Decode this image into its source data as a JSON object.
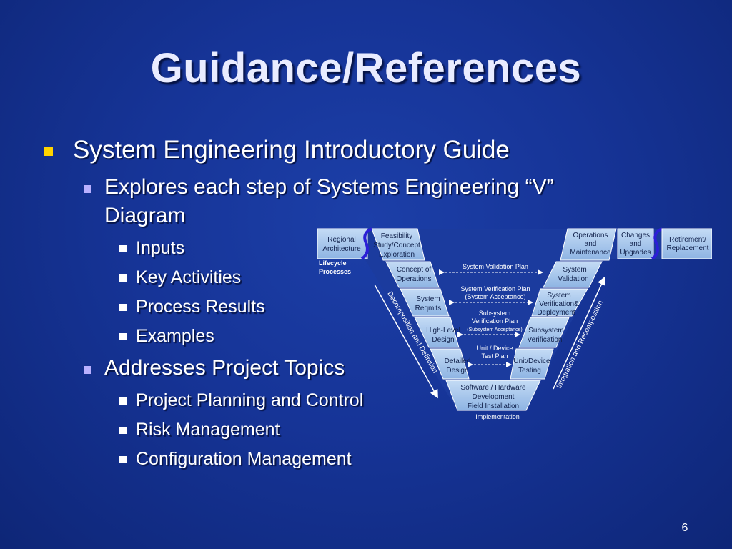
{
  "slide": {
    "title": "Guidance/References",
    "page_number": "6"
  },
  "bullets": {
    "level1_a": "System Engineering Introductory Guide",
    "level2_a_line1": "Explores each step of Systems Engineering “V”",
    "level2_a_line2": "Diagram",
    "level3_inputs": "Inputs",
    "level3_key_activities": "Key Activities",
    "level3_process_results": "Process Results",
    "level3_examples": "Examples",
    "level2_b": "Addresses Project Topics",
    "level3_project_planning": "Project Planning and Control",
    "level3_risk_management": "Risk Management",
    "level3_configuration_management": "Configuration Management"
  },
  "diagram": {
    "lifecycle_label_1": "Lifecycle",
    "lifecycle_label_2": "Processes",
    "regional_1": "Regional",
    "regional_2": "Architecture",
    "feasibility_1": "Feasibility",
    "feasibility_2": "Study/Concept",
    "feasibility_3": "Exploration",
    "concept_1": "Concept of",
    "concept_2": "Operations",
    "sysreq_1": "System",
    "sysreq_2": "Reqm’ts",
    "hld_1": "High-Level",
    "hld_2": "Design",
    "detailed_1": "Detailed",
    "detailed_2": "Design",
    "swhw_1": "Software / Hardware",
    "swhw_2": "Development",
    "swhw_3": "Field Installation",
    "implementation": "Implementation",
    "unit_testing_1": "Unit/Device",
    "unit_testing_2": "Testing",
    "subsys_ver_1": "Subsystem",
    "subsys_ver_2": "Verification",
    "sys_ver_1": "System",
    "sys_ver_2": "Verification&",
    "sys_ver_3": "Deployment",
    "sys_val_1": "System",
    "sys_val_2": "Validation",
    "ops_1": "Operations",
    "ops_2": "and",
    "ops_3": "Maintenance",
    "changes_1": "Changes",
    "changes_2": "and",
    "changes_3": "Upgrades",
    "retirement_1": "Retirement/",
    "retirement_2": "Replacement",
    "plan_validation": "System Validation Plan",
    "plan_verification_1": "System Verification Plan",
    "plan_verification_2": "(System Acceptance)",
    "plan_subsystem_1": "Subsystem",
    "plan_subsystem_2": "Verification Plan",
    "plan_subsystem_3": "(Subsystem Acceptance)",
    "plan_unit_1": "Unit / Device",
    "plan_unit_2": "Test Plan",
    "decomposition": "Decomposition and Definition",
    "integration": "Integration and Recomposition",
    "colors": {
      "box_fill": "#a8c8ec",
      "box_dark": "#5f8fcf",
      "text": "#10204a",
      "bracket": "#2b1fd6"
    }
  }
}
